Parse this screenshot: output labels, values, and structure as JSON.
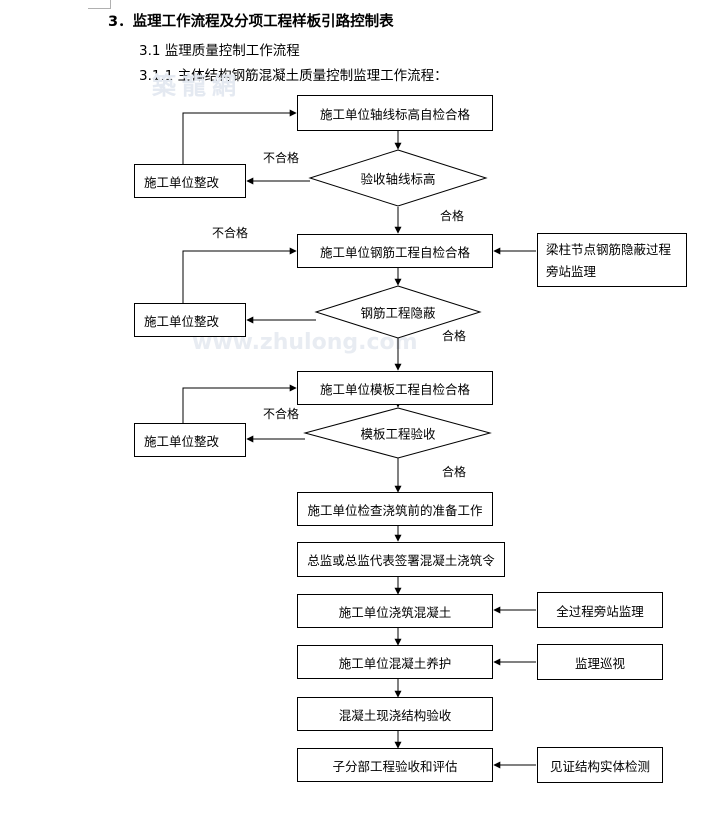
{
  "heading": "3．监理工作流程及分项工程样板引路控制表",
  "sub1": "3.1 监理质量控制工作流程",
  "sub2": "3.1.1 主体结构钢筋混凝土质量控制监理工作流程：",
  "watermark": {
    "top": "築龍網",
    "middle": "www.zhulong.com"
  },
  "steps": {
    "axis_selfcheck": "施工单位轴线标高自检合格",
    "axis_accept": "验收轴线标高",
    "rebar_selfcheck": "施工单位钢筋工程自检合格",
    "rebar_hidden": "钢筋工程隐蔽",
    "form_selfcheck": "施工单位模板工程自检合格",
    "form_accept": "模板工程验收",
    "check_prep": "施工单位检查浇筑前的准备工作",
    "sign_order": "总监或总监代表签署混凝土浇筑令",
    "pour": "施工单位浇筑混凝土",
    "curing": "施工单位混凝土养护",
    "cast_accept": "混凝土现浇结构验收",
    "sub_accept": "子分部工程验收和评估"
  },
  "rectify": {
    "r1": "施工单位整改",
    "r2": "施工单位整改",
    "r3": "施工单位整改"
  },
  "side": {
    "beam_joint": "梁柱节点钢筋隐蔽过程旁站监理",
    "full_supervision": "全过程旁站监理",
    "patrol": "监理巡视",
    "witness": "见证结构实体检测"
  },
  "labels": {
    "fail1": "不合格",
    "pass1": "合格",
    "fail2": "不合格",
    "pass2": "合格",
    "fail3": "不合格",
    "pass3": "合格"
  }
}
